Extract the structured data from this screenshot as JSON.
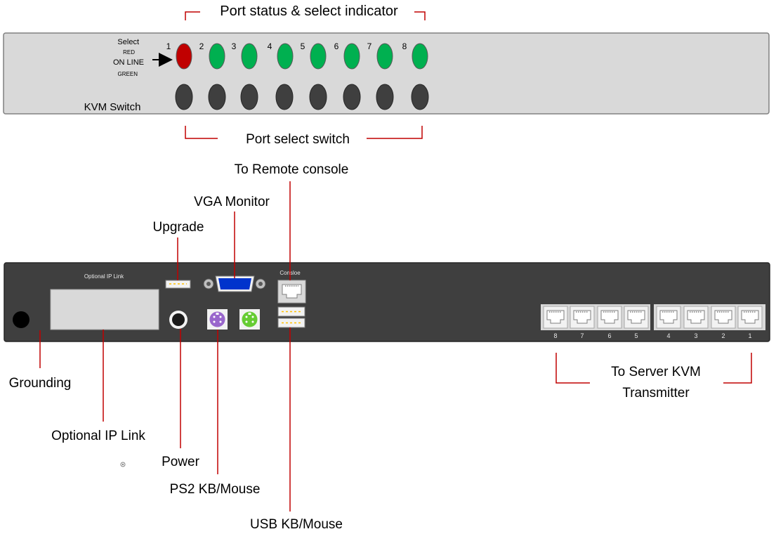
{
  "front_panel": {
    "headline": "Port status & select indicator",
    "legend_select": "Select",
    "legend_red": "RED",
    "legend_online": "ON LINE",
    "legend_green": "GREEN",
    "device_label": "KVM Switch",
    "switch_caption": "Port select switch",
    "ports": [
      {
        "number": "1",
        "status": "selected"
      },
      {
        "number": "2",
        "status": "online"
      },
      {
        "number": "3",
        "status": "online"
      },
      {
        "number": "4",
        "status": "online"
      },
      {
        "number": "5",
        "status": "online"
      },
      {
        "number": "6",
        "status": "online"
      },
      {
        "number": "7",
        "status": "online"
      },
      {
        "number": "8",
        "status": "online"
      }
    ]
  },
  "rear_panel": {
    "ip_link_label": "Optional IP Link",
    "console_label": "Consloe",
    "server_port_numbers": [
      "8",
      "7",
      "6",
      "5",
      "4",
      "3",
      "2",
      "1"
    ]
  },
  "callouts": {
    "remote_console": "To Remote console",
    "vga_monitor": "VGA Monitor",
    "upgrade": "Upgrade",
    "grounding": "Grounding",
    "optional_ip_link": "Optional IP Link",
    "power": "Power",
    "ps2": "PS2 KB/Mouse",
    "usb": "USB KB/Mouse",
    "server_line1": "To Server KVM",
    "server_line2": "Transmitter"
  },
  "colors": {
    "selected_led": "#c00000",
    "online_led": "#00b050",
    "leader_line": "#c00000",
    "panel": "#d9d9d9",
    "button": "#3f3f3f",
    "vga": "#0033cc",
    "ps2_keyboard": "#9966cc",
    "ps2_mouse": "#66cc33"
  },
  "icons": {
    "arrow": "arrow-right-icon",
    "vga": "vga-port-icon",
    "rj45": "rj45-port-icon",
    "usb": "usb-port-icon",
    "ps2": "ps2-port-icon"
  }
}
